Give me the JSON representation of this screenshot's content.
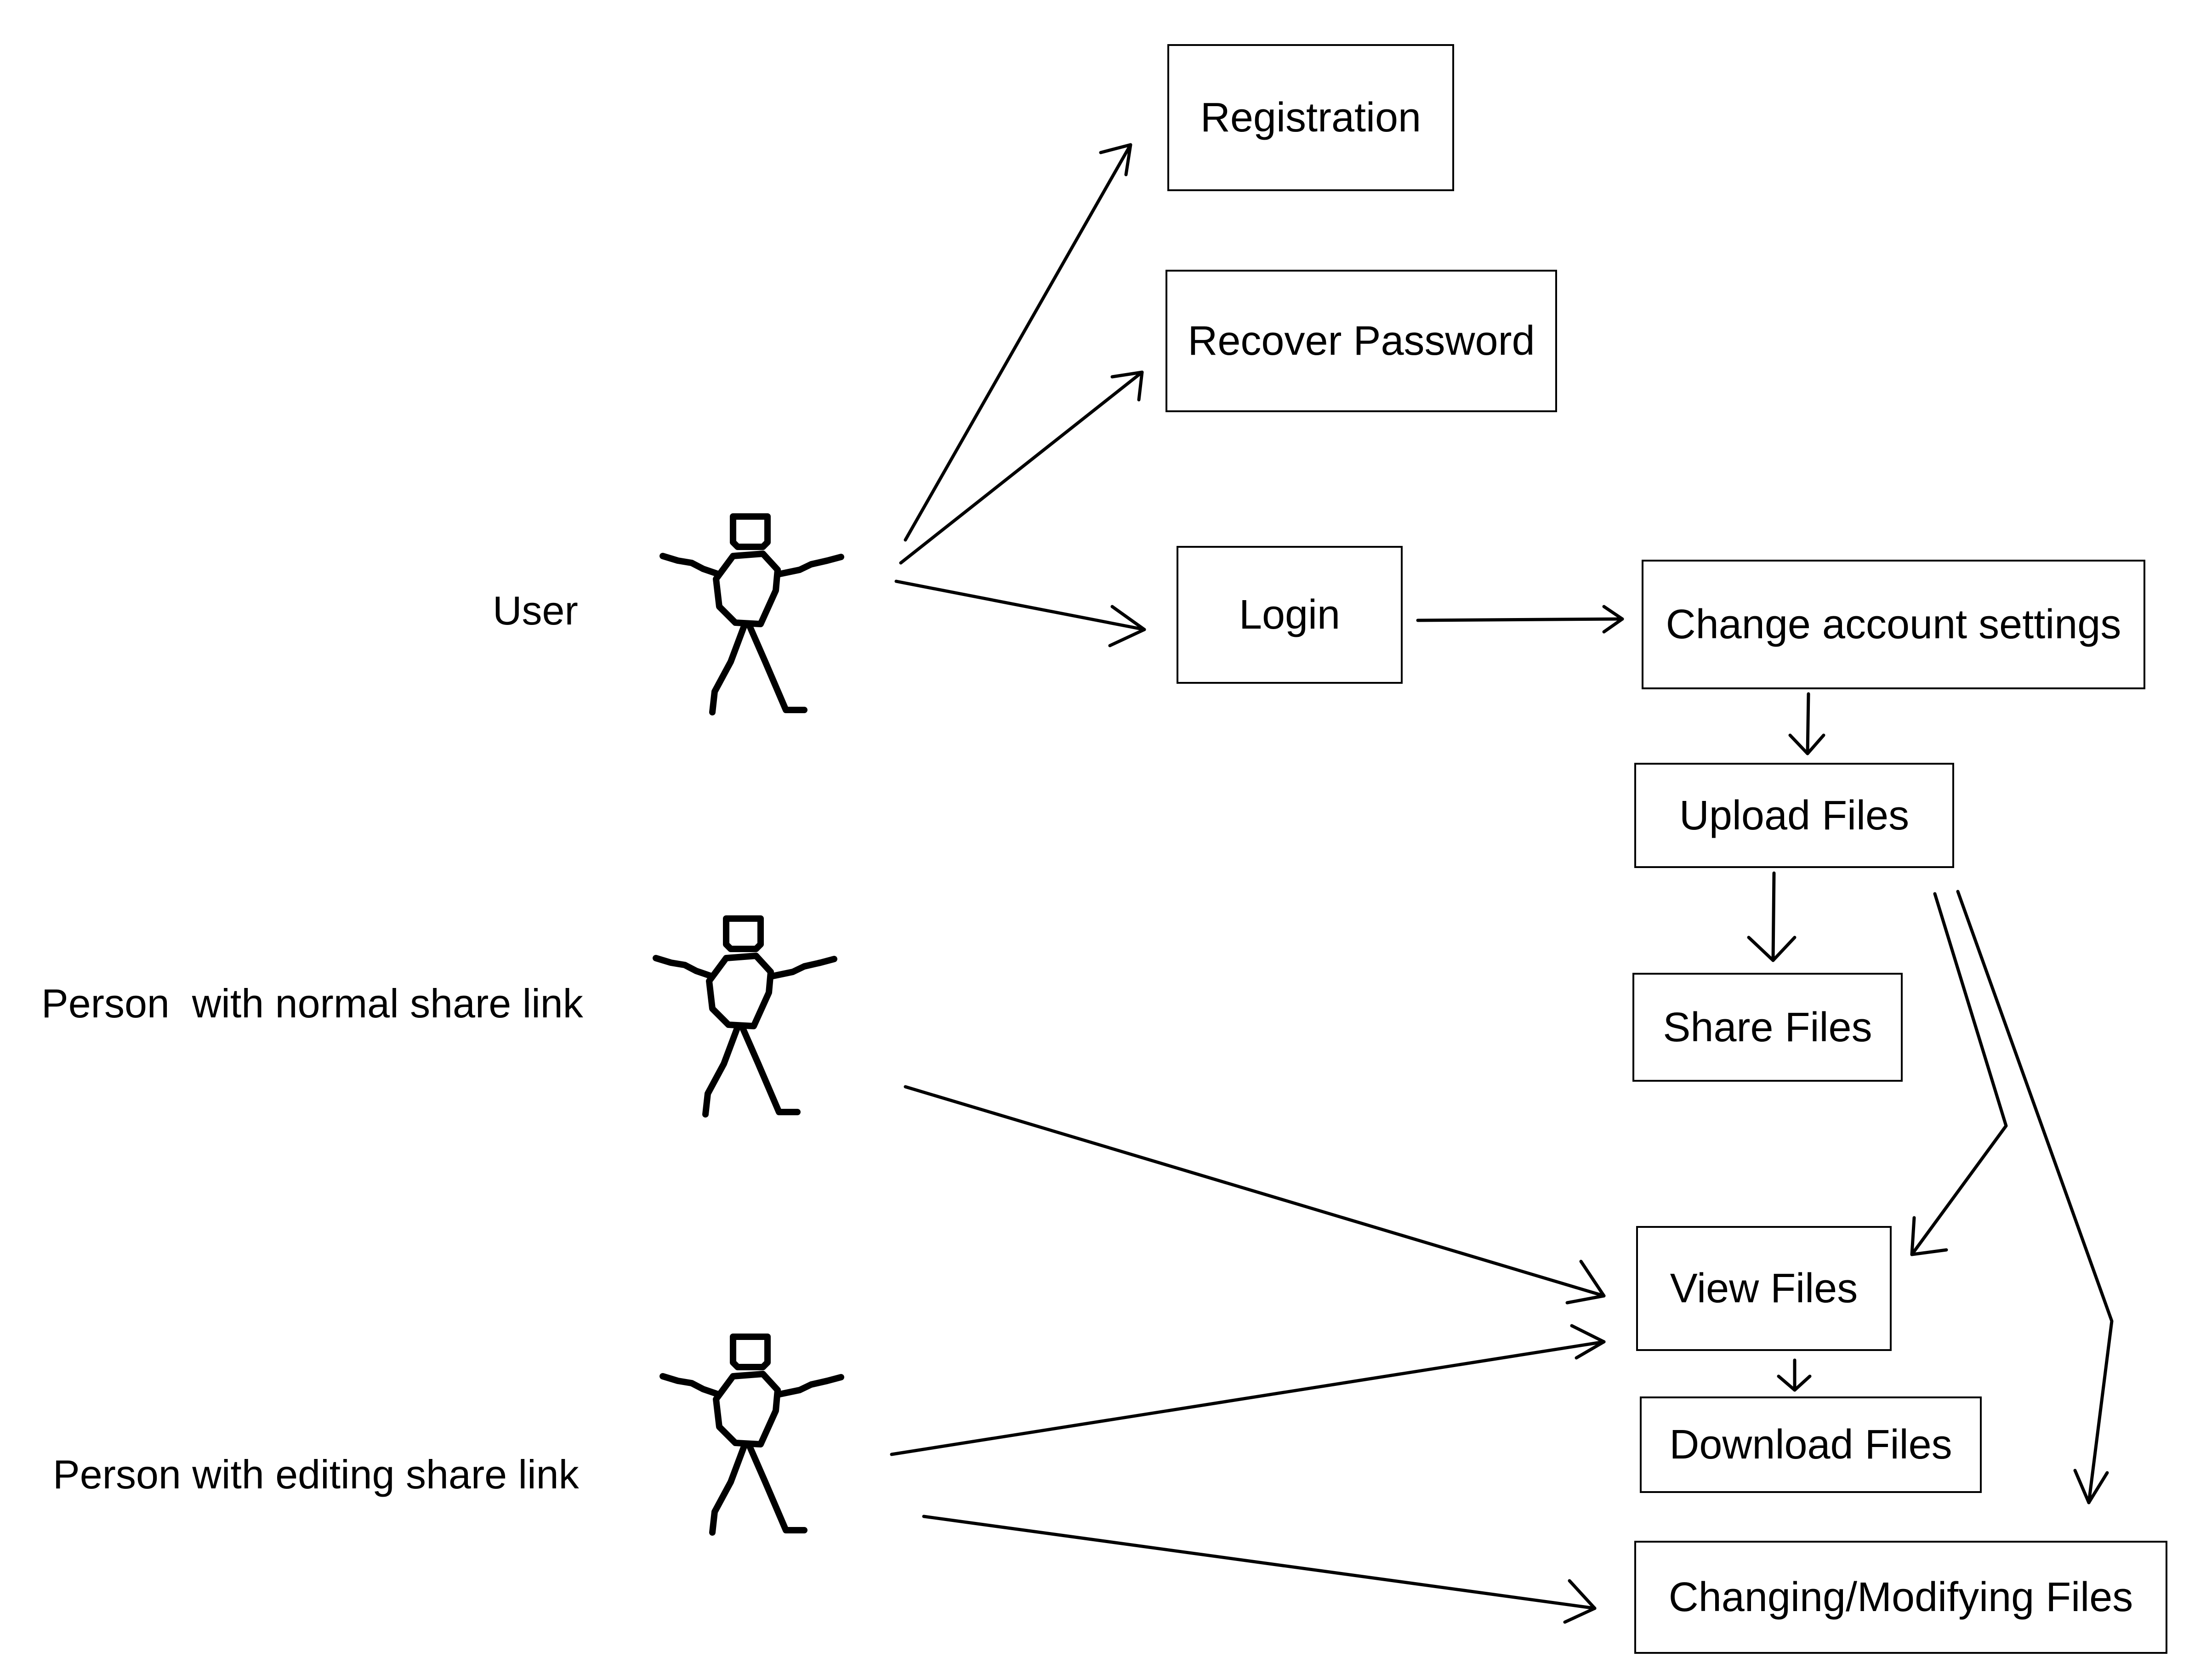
{
  "actors": [
    {
      "id": "user",
      "label": "User"
    },
    {
      "id": "normal_link",
      "label": "Person  with normal share link"
    },
    {
      "id": "editing_link",
      "label": "Person with editing share link"
    }
  ],
  "use_cases": {
    "registration": "Registration",
    "recover_password": "Recover Password",
    "login": "Login",
    "change_account_settings": "Change account settings",
    "upload_files": "Upload Files",
    "share_files": "Share Files",
    "view_files": "View Files",
    "download_files": "Download Files",
    "changing_modifying_files": "Changing/Modifying Files"
  },
  "connections": [
    {
      "from": "User",
      "to": "Registration"
    },
    {
      "from": "User",
      "to": "Recover Password"
    },
    {
      "from": "User",
      "to": "Login"
    },
    {
      "from": "Login",
      "to": "Change account settings"
    },
    {
      "from": "Change account settings",
      "to": "Upload Files"
    },
    {
      "from": "Upload Files",
      "to": "Share Files"
    },
    {
      "from": "Upload Files",
      "to": "View Files"
    },
    {
      "from": "Upload Files",
      "to": "Changing/Modifying Files"
    },
    {
      "from": "Person  with normal share link",
      "to": "View Files"
    },
    {
      "from": "Person with editing share link",
      "to": "View Files"
    },
    {
      "from": "Person with editing share link",
      "to": "Changing/Modifying Files"
    },
    {
      "from": "View Files",
      "to": "Download Files"
    }
  ]
}
